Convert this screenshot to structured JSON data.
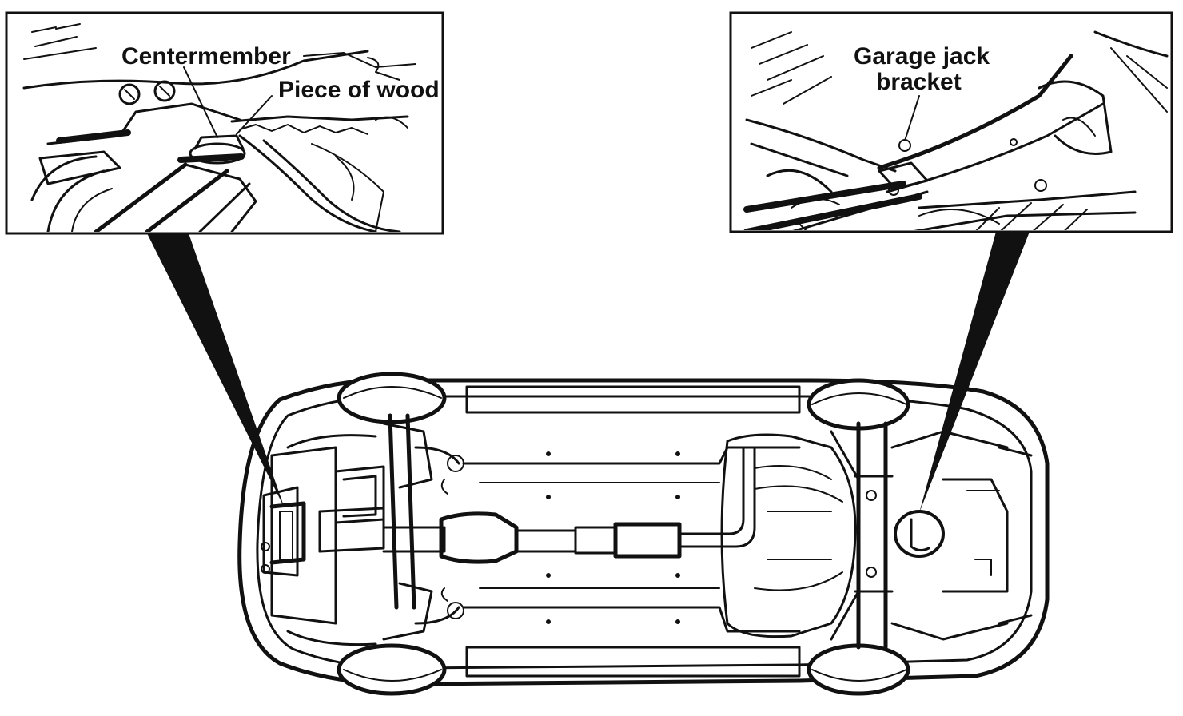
{
  "callouts": {
    "left": {
      "labels": [
        "Centermember",
        "Piece of wood"
      ]
    },
    "right": {
      "label_line1": "Garage jack",
      "label_line2": "bracket"
    }
  },
  "colors": {
    "ink": "#111111",
    "paper": "#ffffff"
  }
}
